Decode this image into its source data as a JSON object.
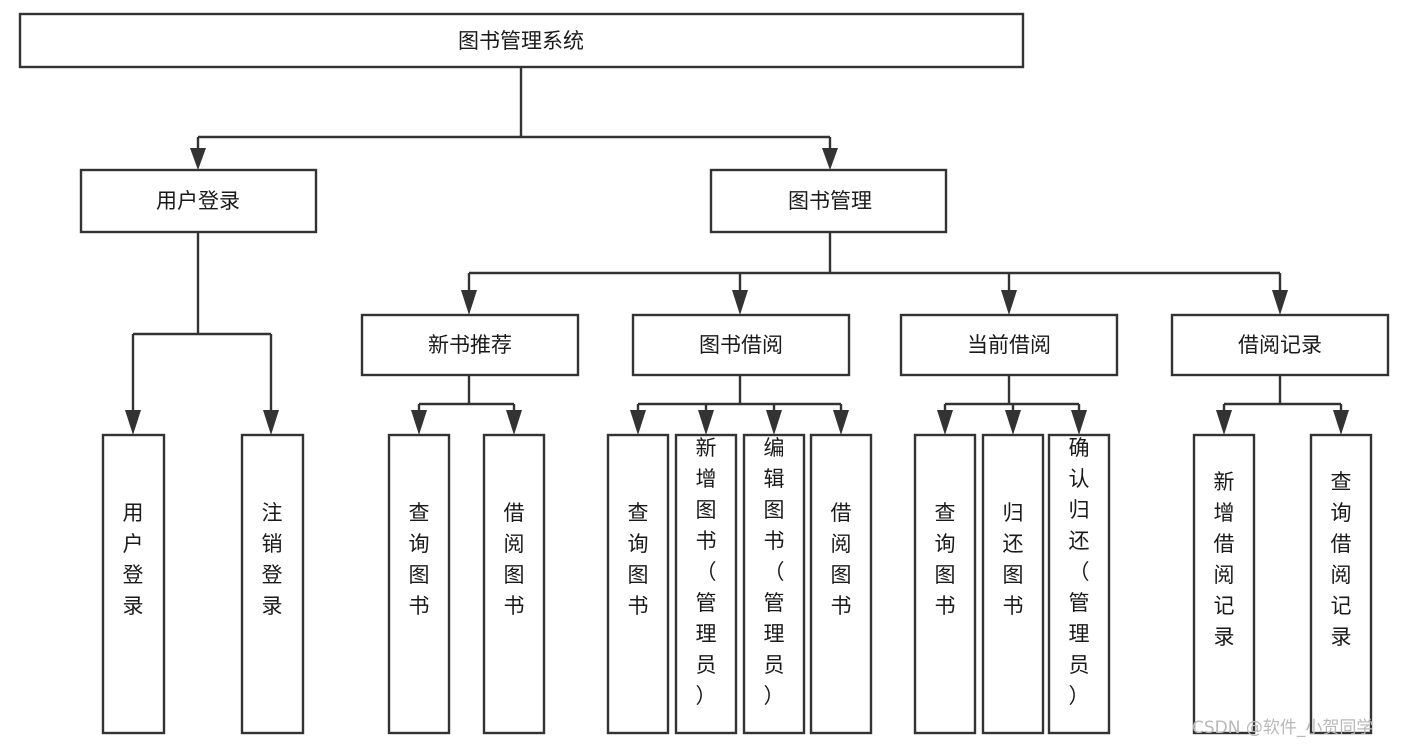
{
  "diagram": {
    "title": "图书管理系统",
    "type": "tree-hierarchy-chart",
    "watermark": "CSDN @软件_小贺同学",
    "colors": {
      "background": "#ffffff",
      "stroke": "#333333",
      "text": "#1a1a1a",
      "watermark": "#b9b9b9"
    },
    "levels": {
      "root": {
        "label": "图书管理系统"
      },
      "level2": [
        {
          "label": "用户登录"
        },
        {
          "label": "图书管理"
        }
      ],
      "level3": [
        {
          "label": "新书推荐"
        },
        {
          "label": "图书借阅"
        },
        {
          "label": "当前借阅"
        },
        {
          "label": "借阅记录"
        }
      ]
    },
    "leaves": {
      "user_login": [
        {
          "label": "用户登录"
        },
        {
          "label": "注销登录"
        }
      ],
      "new_book_recommend": [
        {
          "label": "查询图书"
        },
        {
          "label": "借阅图书"
        }
      ],
      "book_borrow": [
        {
          "label": "查询图书"
        },
        {
          "label": "新增图书（管理员）"
        },
        {
          "label": "编辑图书（管理员）"
        },
        {
          "label": "借阅图书"
        }
      ],
      "current_borrow": [
        {
          "label": "查询图书"
        },
        {
          "label": "归还图书"
        },
        {
          "label": "确认归还（管理员）"
        }
      ],
      "borrow_records": [
        {
          "label": "新增借阅记录"
        },
        {
          "label": "查询借阅记录"
        }
      ]
    }
  }
}
